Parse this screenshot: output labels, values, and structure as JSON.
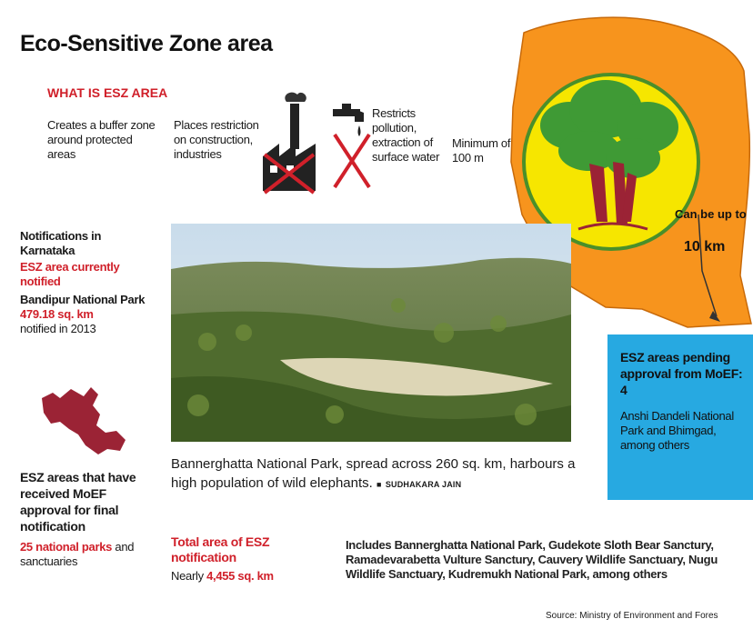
{
  "title": "Eco-Sensitive Zone area",
  "what_is": {
    "heading": "WHAT IS ESZ AREA",
    "col1": "Creates a buffer zone around protected areas",
    "col2": "Places restriction on construction, industries",
    "col3": "Restricts pollution, extraction of surface water",
    "col4": "Minimum of 100 m"
  },
  "map": {
    "can_be": "Can be up to",
    "distance": "10 km"
  },
  "karnataka": {
    "heading": "Notifications in Karnataka",
    "sub": "ESZ area currently notified",
    "park_name": "Bandipur National Park",
    "park_area": "479.18 sq. km",
    "notified": "notified in 2013",
    "approval": "ESZ areas that have received MoEF approval for final notification",
    "count": "25 national parks",
    "count_rest": "and sanctuaries"
  },
  "photo": {
    "caption": "Bannerghatta National Park, spread across 260 sq. km, harbours a high population of wild elephants.",
    "credit": "SUDHAKARA JAIN"
  },
  "pending": {
    "heading": "ESZ areas pending approval from MoEF: 4",
    "detail": "Anshi Dandeli National Park and Bhimgad, among others"
  },
  "total": {
    "heading": "Total area of ESZ notification",
    "prefix": "Nearly",
    "value": "4,455 sq. km"
  },
  "includes": "Includes Bannerghatta National Park, Gudekote Sloth Bear Sanctury, Ramadevarabetta Vulture Sanctury, Cauvery Wildlife Sanctuary, Nugu Wildlife Sanctuary, Kudremukh National Park, among others",
  "source": "Source: Ministry of Environment and Fores",
  "colors": {
    "accent_red": "#d0202a",
    "orange": "#f7941d",
    "yellow": "#f6e600",
    "blue": "#27a9e1",
    "maroon": "#9b2335"
  }
}
